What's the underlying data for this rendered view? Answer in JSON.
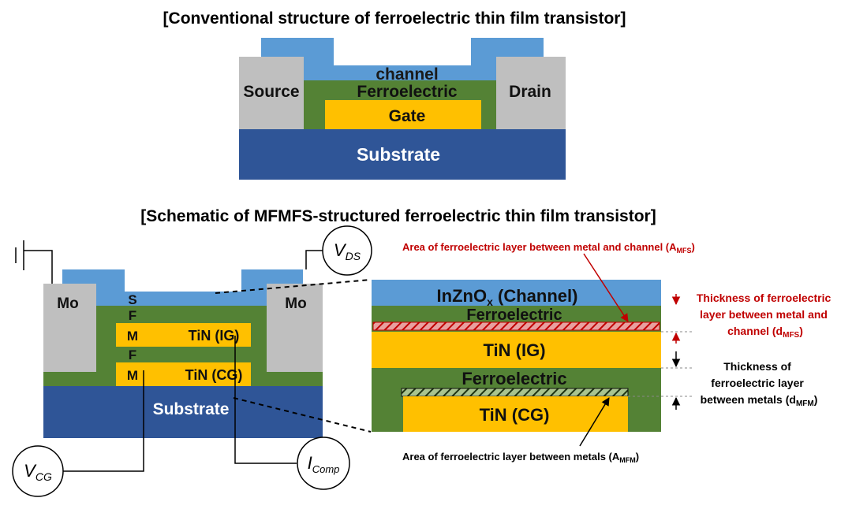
{
  "top": {
    "title": "[Conventional structure of ferroelectric thin film transistor]",
    "labels": {
      "channel": "channel",
      "ferroelectric": "Ferroelectric",
      "gate": "Gate",
      "source": "Source",
      "drain": "Drain",
      "substrate": "Substrate"
    }
  },
  "bottom": {
    "title": "[Schematic of MFMFS-structured ferroelectric thin film transistor]",
    "left": {
      "mo_left": "Mo",
      "mo_right": "Mo",
      "stack_letters": [
        "S",
        "F",
        "M",
        "F",
        "M"
      ],
      "tin_ig": "TiN (IG)",
      "tin_cg": "TiN (CG)",
      "substrate": "Substrate",
      "vds": {
        "main": "V",
        "sub": "DS"
      },
      "vcg": {
        "main": "V",
        "sub": "CG"
      },
      "icomp": {
        "main": "I",
        "sub": "Comp"
      }
    },
    "zoom": {
      "channel": {
        "main": "InZnO",
        "sub": "x",
        "rest": " (Channel)"
      },
      "ferro_upper": "Ferroelectric",
      "tin_ig": "TiN (IG)",
      "ferro_lower": "Ferroelectric",
      "tin_cg": "TiN (CG)"
    },
    "annotations": {
      "area_mfs": {
        "main": "Area of ferroelectric layer between metal and channel (A",
        "sub": "MFS",
        "end": ")"
      },
      "thick_mfs": {
        "line1": "Thickness of ferroelectric",
        "line2": "layer between metal and",
        "line3": "channel (d",
        "sub": "MFS",
        "end": ")"
      },
      "thick_mfm": {
        "line1": "Thickness of",
        "line2": "ferroelectric layer",
        "line3": "between metals (d",
        "sub": "MFM",
        "end": ")"
      },
      "area_mfm": {
        "main": "Area of ferroelectric layer between metals (A",
        "sub": "MFM",
        "end": ")"
      }
    }
  },
  "colors": {
    "blue": "#5b9bd5",
    "green": "#548235",
    "gold": "#ffc000",
    "gray": "#bfbfbf",
    "navy": "#2f5597",
    "red": "#c00000"
  }
}
